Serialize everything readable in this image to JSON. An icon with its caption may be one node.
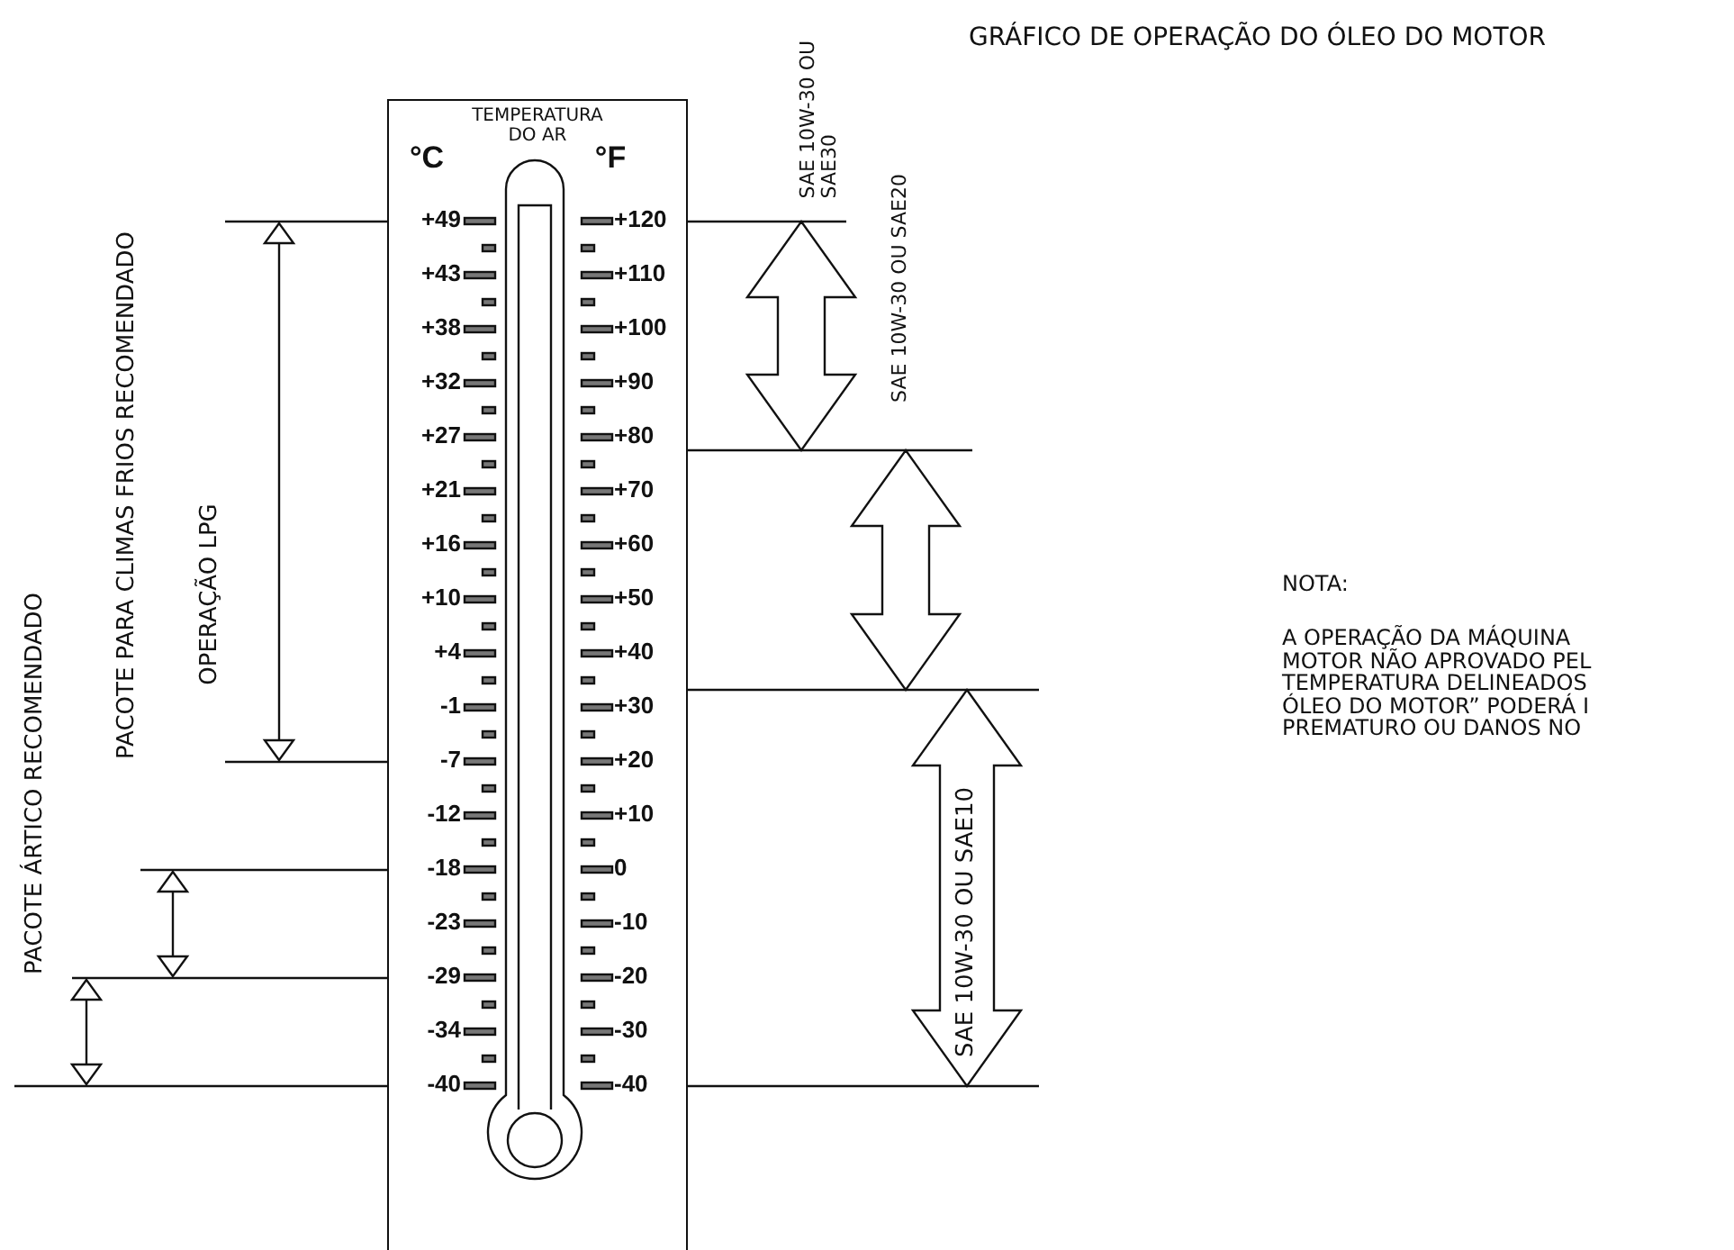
{
  "diagram": {
    "title": "GRÁFICO DE OPERAÇÃO DO ÓLEO DO MOTOR",
    "nodes": [
      {
        "text": [
          "TEMPERATURA DO AR"
        ]
      }
    ],
    "labels": [
      "°C",
      "°F",
      "+49",
      "+43",
      "+38",
      "+32",
      "+27",
      "+21",
      "+16",
      "+10",
      "+4",
      "-1",
      "-7",
      "-12",
      "-18",
      "-23",
      "-29",
      "-34",
      "-40",
      "+120",
      "+110",
      "+100",
      "+90",
      "+80",
      "+70",
      "+60",
      "+50",
      "+40",
      "+30",
      "+20",
      "+10",
      "0",
      "-10",
      "-20",
      "-30",
      "-40",
      "SAE 10W-30 OU SAE30",
      "SAE 10W-30 OU SAE20",
      "SAE 10W-30 OU SAE10",
      "OPERAÇÃO LPG",
      "PACOTE PARA CLIMAS FRIOS RECOMENDADO",
      "PACOTE ÁRTICO RECOMENDADO",
      "NOTA:",
      "A OPERAÇÃO DA MÁQUINA MOTOR NÃO APROVADO PEL TEMPERATURA DELINEADOS ÓLEO DO MOTOR” PODERÁ I PREMATURO OU DANOS NO"
    ]
  }
}
